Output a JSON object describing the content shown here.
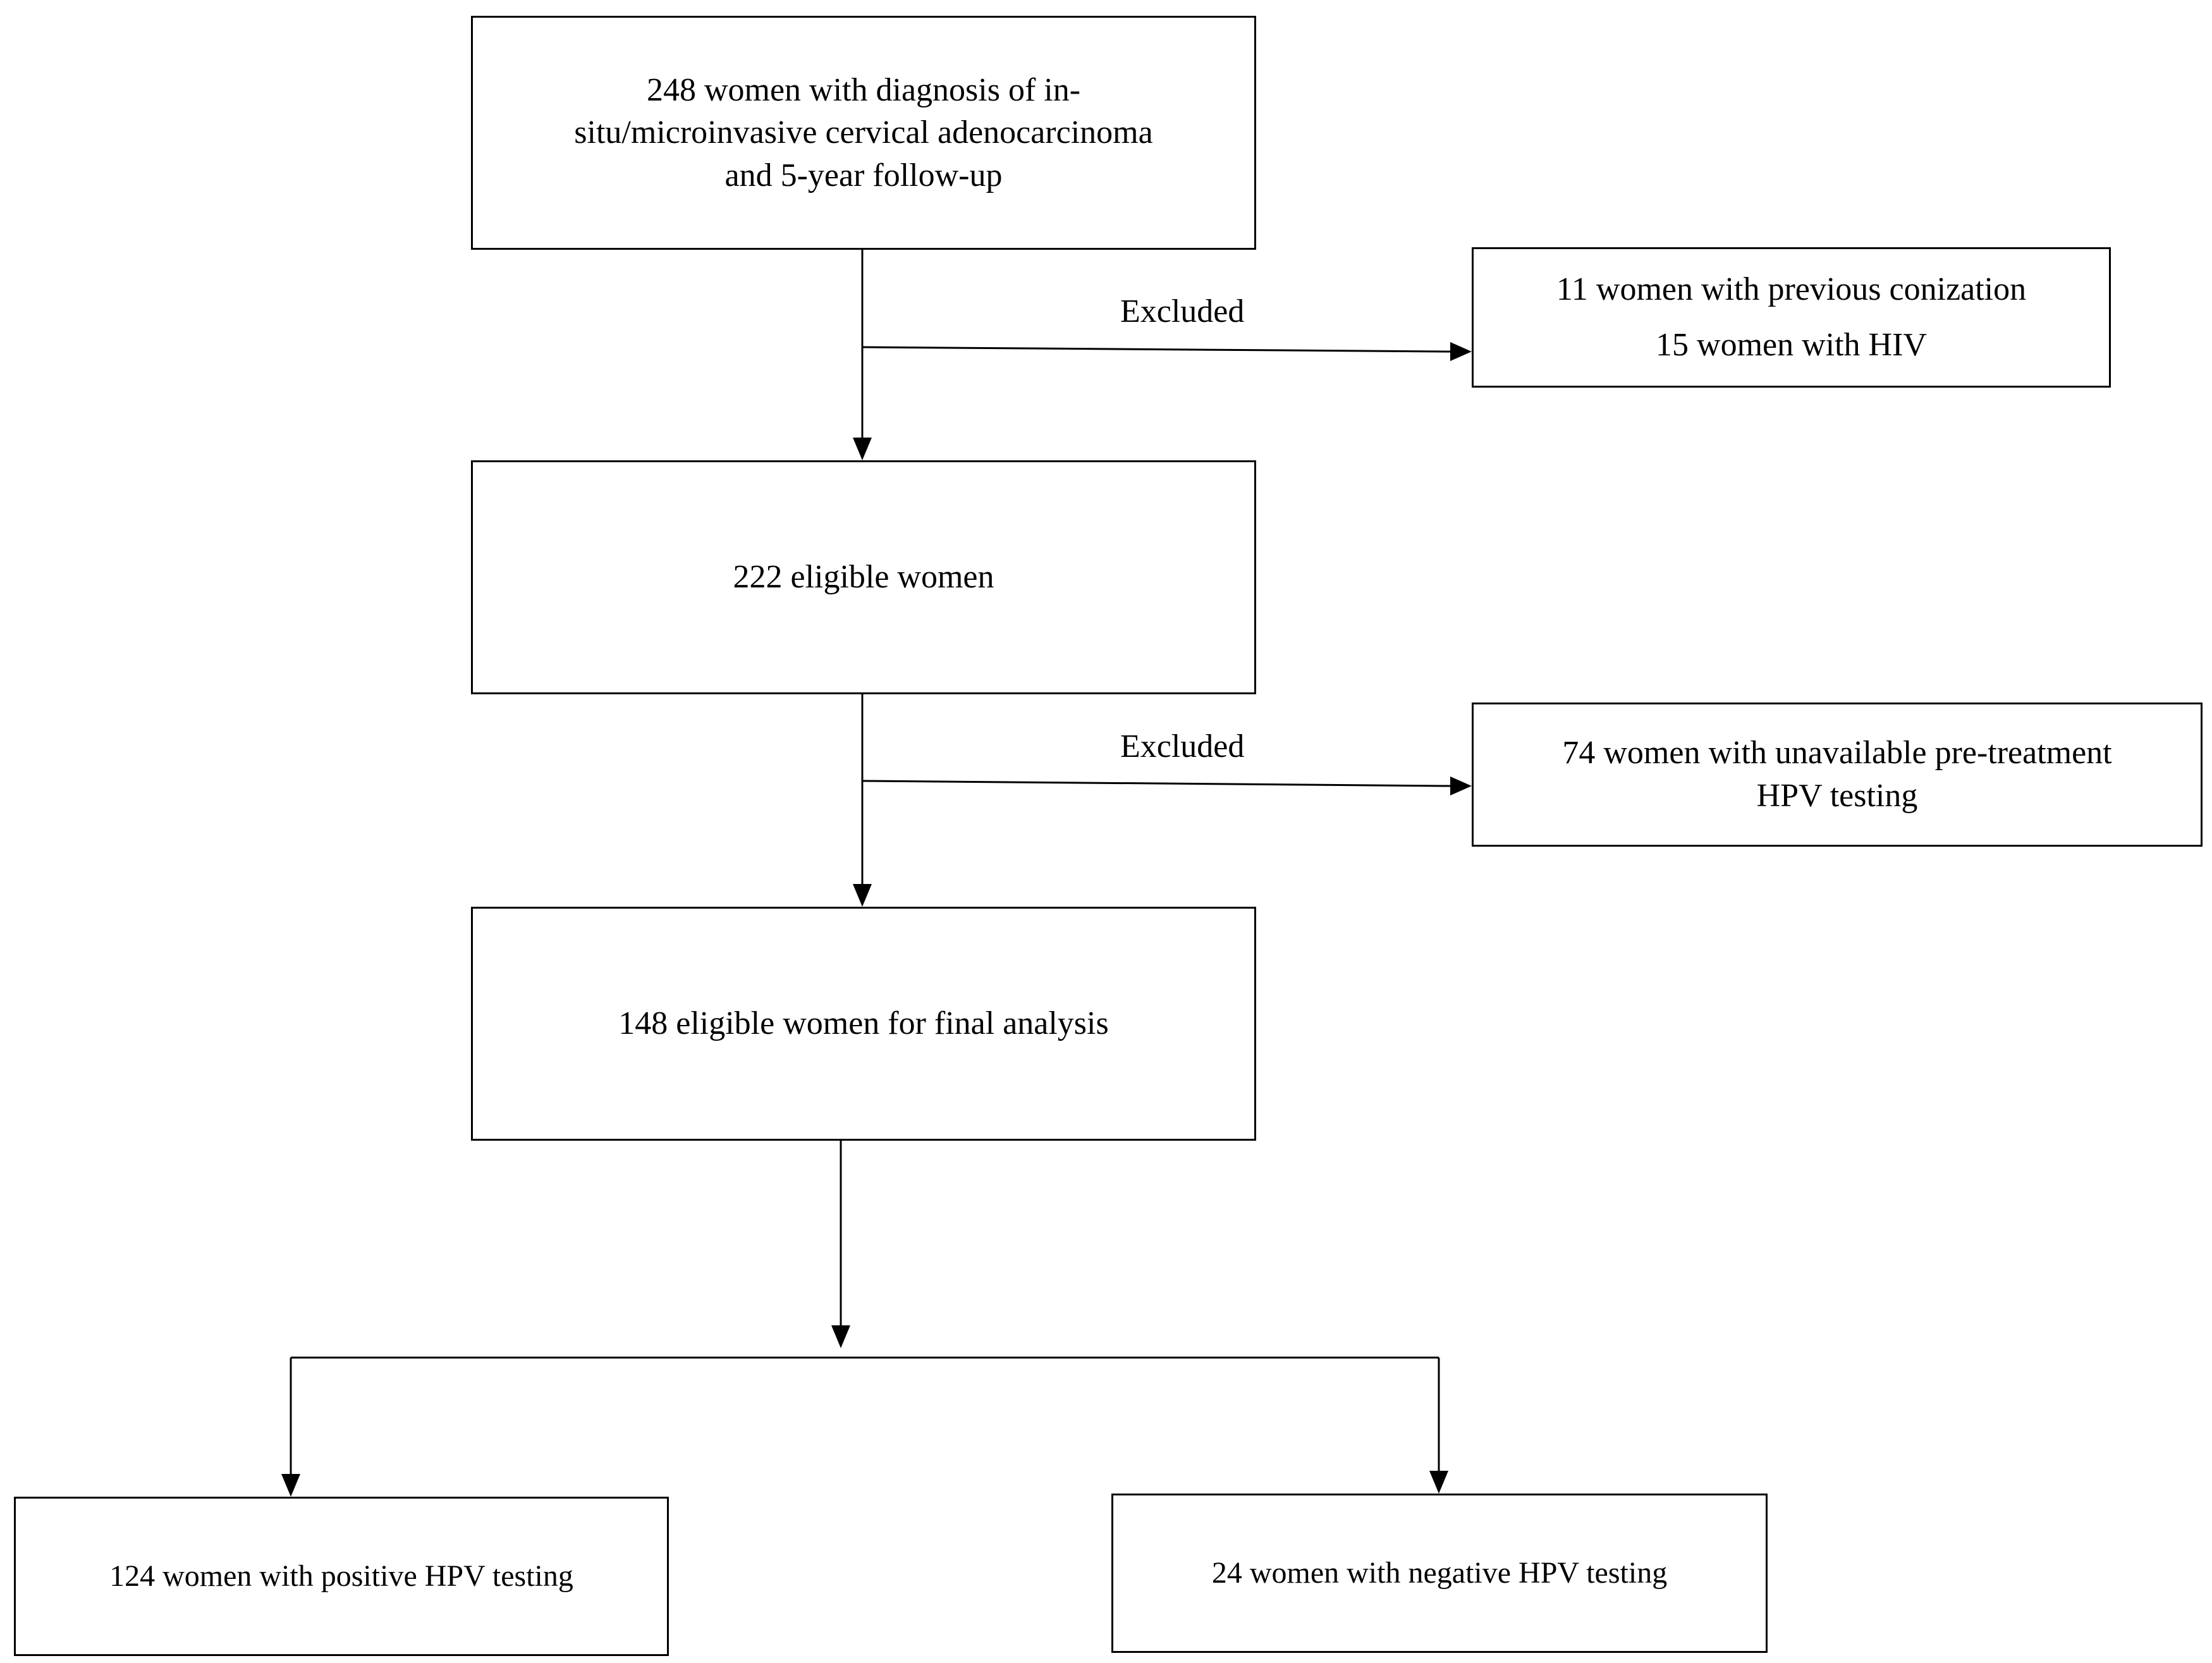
{
  "boxes": {
    "start": {
      "lines": [
        "248 women with diagnosis of in-",
        "situ/microinvasive cervical adenocarcinoma",
        "and 5-year follow-up"
      ]
    },
    "exclusion_1": {
      "label": "Excluded",
      "lines": [
        "11 women with previous conization",
        "15 women with HIV"
      ]
    },
    "eligible": {
      "lines": [
        "222 eligible women"
      ]
    },
    "exclusion_2": {
      "label": "Excluded",
      "lines": [
        "74 women with unavailable pre-treatment",
        "HPV testing"
      ]
    },
    "final": {
      "lines": [
        "148 eligible women for final analysis"
      ]
    },
    "positive": {
      "lines": [
        "124 women with positive HPV testing"
      ]
    },
    "negative": {
      "lines": [
        "24 women with negative HPV testing"
      ]
    }
  },
  "colors": {
    "stroke": "#000000",
    "background": "#ffffff"
  }
}
